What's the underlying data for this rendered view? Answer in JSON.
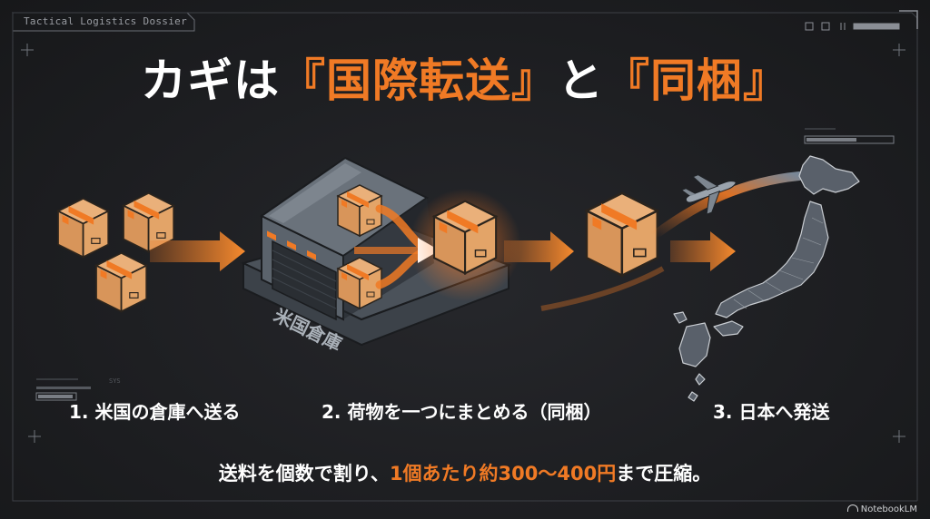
{
  "header_tag": "Tactical Logistics Dossier",
  "title": {
    "part1": "カギは",
    "part2": "『国際転送』",
    "part3": "と",
    "part4": "『同梱』"
  },
  "warehouse_label": "米国倉庫",
  "steps": [
    "1. 米国の倉庫へ送る",
    "2. 荷物を一つにまとめる（同梱）",
    "3. 日本へ発送"
  ],
  "summary": {
    "prefix": "送料を個数で割り、",
    "highlight": "1個あたり約300〜400円",
    "suffix": "まで圧縮。"
  },
  "brand": "NotebookLM",
  "colors": {
    "accent": "#f07a25",
    "background": "#1d1e21",
    "box": "#e2a062",
    "warehouse": "#4a5159",
    "map": "#59606a"
  }
}
